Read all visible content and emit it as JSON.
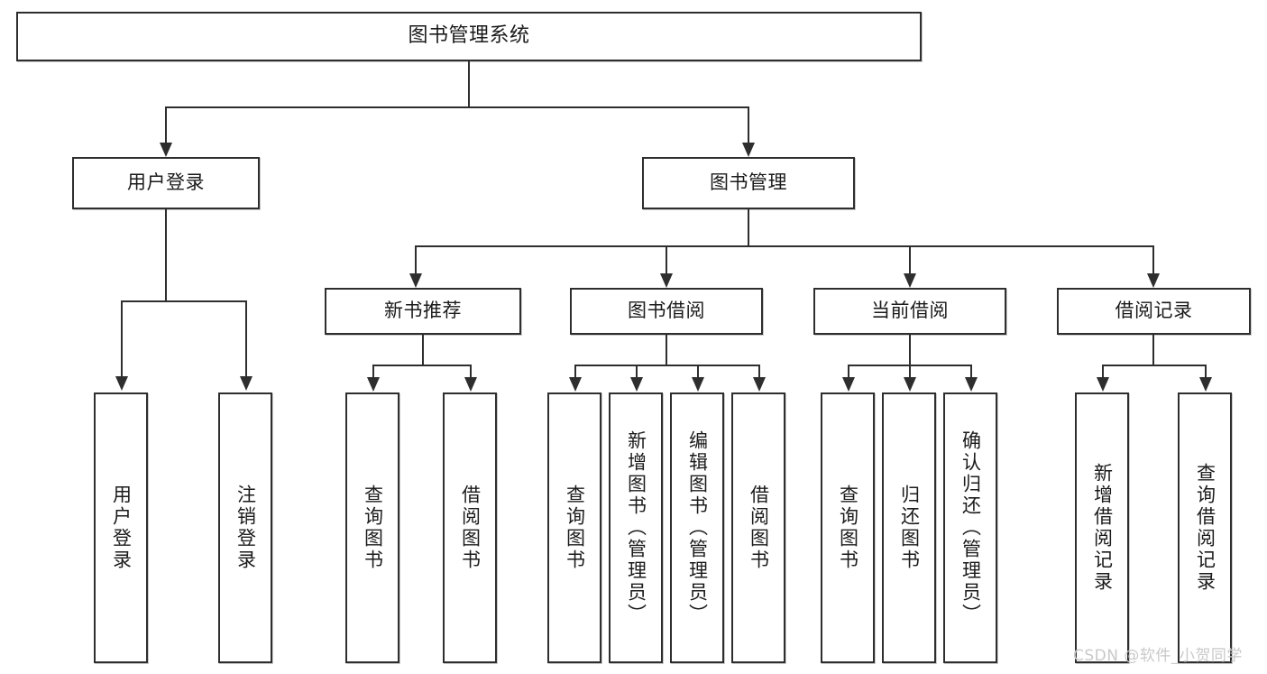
{
  "diagram": {
    "title": "图书管理系统",
    "type": "tree-hierarchy",
    "root": {
      "label": "图书管理系统"
    },
    "level2": [
      {
        "label": "用户登录"
      },
      {
        "label": "图书管理"
      }
    ],
    "level3": [
      {
        "label": "新书推荐"
      },
      {
        "label": "图书借阅"
      },
      {
        "label": "当前借阅"
      },
      {
        "label": "借阅记录"
      }
    ],
    "leaves": {
      "user_login": [
        {
          "label": "用户登录"
        },
        {
          "label": "注销登录"
        }
      ],
      "new_book_recommend": [
        {
          "label": "查询图书"
        },
        {
          "label": "借阅图书"
        }
      ],
      "book_borrow": [
        {
          "label": "查询图书"
        },
        {
          "label": "新增图书（管理员）"
        },
        {
          "label": "编辑图书（管理员）"
        },
        {
          "label": "借阅图书"
        }
      ],
      "current_borrow": [
        {
          "label": "查询图书"
        },
        {
          "label": "归还图书"
        },
        {
          "label": "确认归还（管理员）"
        }
      ],
      "borrow_records": [
        {
          "label": "新增借阅记录"
        },
        {
          "label": "查询借阅记录"
        }
      ]
    }
  },
  "watermark": {
    "text": "CSDN @软件_小贺同学"
  },
  "colors": {
    "border": "#2e2e2e",
    "text": "#1b1b1b",
    "background": "#ffffff",
    "watermark": "#c9c9c9"
  }
}
